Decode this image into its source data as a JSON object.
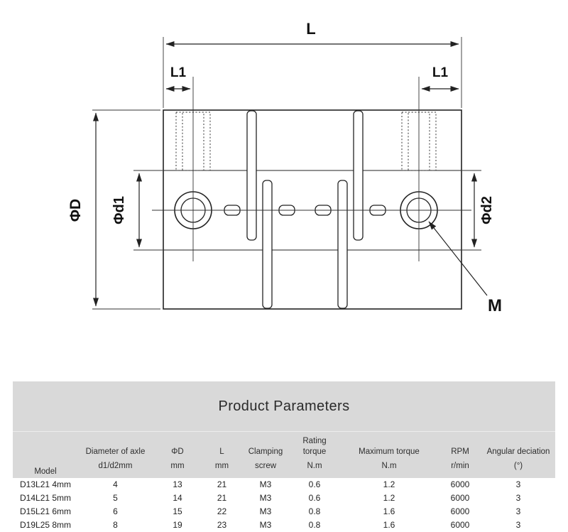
{
  "diagram": {
    "labels": {
      "L": "L",
      "L1": "L1",
      "phiD": "ΦD",
      "phid1": "Φd1",
      "phid2": "Φd2",
      "M": "M"
    }
  },
  "table": {
    "title": "Product Parameters",
    "columns": [
      {
        "label": "Model",
        "unit": ""
      },
      {
        "label": "Diameter of axle",
        "unit": "d1/d2mm"
      },
      {
        "label": "ΦD",
        "unit": "mm"
      },
      {
        "label": "L",
        "unit": "mm"
      },
      {
        "label": "Clamping",
        "unit": "screw"
      },
      {
        "label": "Rating torque",
        "unit": "N.m"
      },
      {
        "label": "Maximum torque",
        "unit": "N.m"
      },
      {
        "label": "RPM",
        "unit": "r/min"
      },
      {
        "label": "Angular deciation",
        "unit": "(°)"
      }
    ],
    "rows": [
      [
        "D13L21 4mm",
        "4",
        "13",
        "21",
        "M3",
        "0.6",
        "1.2",
        "6000",
        "3"
      ],
      [
        "D14L21 5mm",
        "5",
        "14",
        "21",
        "M3",
        "0.6",
        "1.2",
        "6000",
        "3"
      ],
      [
        "D15L21 6mm",
        "6",
        "15",
        "22",
        "M3",
        "0.8",
        "1.6",
        "6000",
        "3"
      ],
      [
        "D19L25 8mm",
        "8",
        "19",
        "23",
        "M3",
        "0.8",
        "1.6",
        "6000",
        "3"
      ]
    ]
  }
}
